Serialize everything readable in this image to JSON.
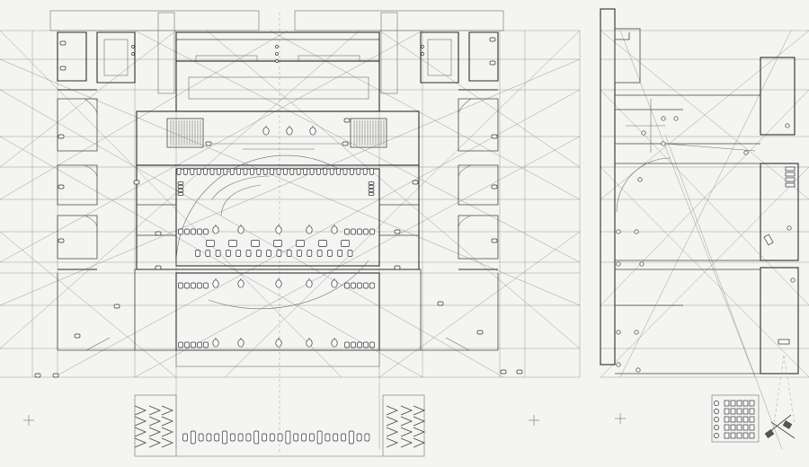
{
  "drawing": {
    "kind": "lighting-plot-plan-and-section",
    "ink_color": "#333333",
    "paper_color": "#f4f4f2",
    "guide_color": "#8e8e8e"
  },
  "views": [
    {
      "id": "plan",
      "description_icon": "stage-plan-icon"
    },
    {
      "id": "section",
      "description_icon": "stage-section-icon"
    }
  ]
}
